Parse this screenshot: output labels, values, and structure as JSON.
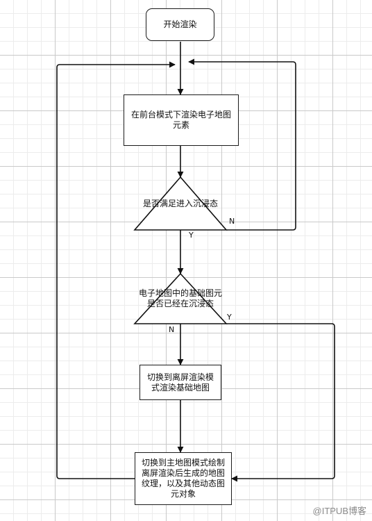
{
  "nodes": {
    "start": "开始渲染",
    "step1": "在前台模式下渲染电子地图元素",
    "decision1": "是否满足进入沉浸态",
    "decision2": "电子地图中的基础图元是否已经在沉浸态",
    "step2": "切换到离屏渲染模式渲染基础地图",
    "step3": "切换到主地图模式绘制离屏渲染后生成的地图纹理，以及其他动态图元对象"
  },
  "edge_labels": {
    "d1_no": "N",
    "d1_yes": "Y",
    "d2_yes": "Y",
    "d2_no": "N"
  },
  "watermark": "@ITPUB博客"
}
